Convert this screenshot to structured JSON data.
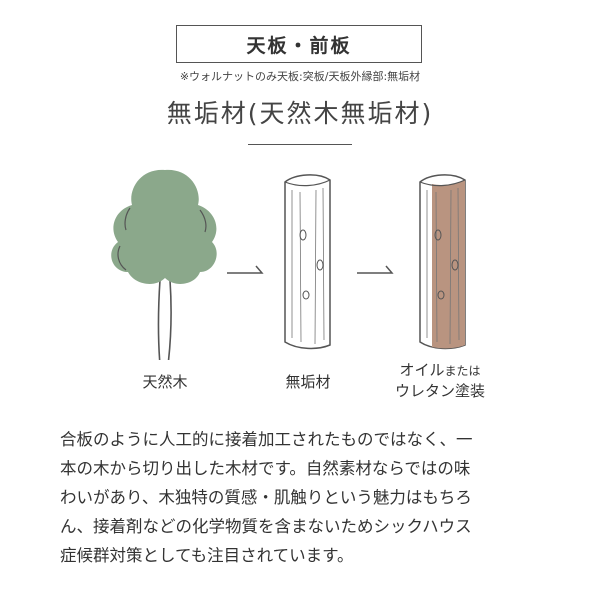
{
  "header": {
    "title": "天板・前板"
  },
  "note": "※ウォルナットのみ天板:突板/天板外縁部:無垢材",
  "main_title": "無垢材(天然木無垢材)",
  "steps": [
    {
      "label": "天然木"
    },
    {
      "label": "無垢材"
    },
    {
      "label_main": "オイル",
      "label_small": "または",
      "label_line2": "ウレタン塗装"
    }
  ],
  "colors": {
    "tree_foliage": "#8ba88b",
    "raw_wood": "#ffffff",
    "oiled_wood": "#b99480",
    "line": "#555555"
  },
  "icons": [
    "tree-icon",
    "arrow-right-icon",
    "raw-lumber-icon",
    "oiled-lumber-icon"
  ],
  "body_lines": [
    "合板のように人工的に接着加工されたものではなく、一",
    "本の木から切り出した木材です。自然素材ならではの味",
    "わいがあり、木独特の質感・肌触りという魅力はもちろ",
    "ん、接着剤などの化学物質を含まないためシックハウス",
    "症候群対策としても注目されています。"
  ]
}
